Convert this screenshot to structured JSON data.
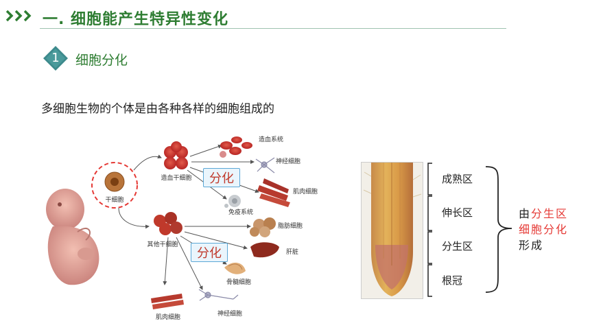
{
  "header": {
    "title": "一. 细胞能产生特异性变化",
    "accent": "#2e7d32"
  },
  "section": {
    "number": "1",
    "title": "细胞分化"
  },
  "intro": "多细胞生物的个体是由各种各样的细胞组成的",
  "diagram": {
    "stem_cell": "干细胞",
    "hematopoietic_stem_cell": "造血干细胞",
    "other_stem_cell": "其他干细胞",
    "targets": {
      "blood_system": "造血系统",
      "nerve_cell_top": "神经细胞",
      "muscle_cell_right": "肌肉细胞",
      "immune_system": "免疫系统",
      "fat_cell": "脂肪细胞",
      "liver": "肝脏",
      "bone_cell": "骨髓细胞",
      "muscle_cell_bottom": "肌肉细胞",
      "nerve_cell_bottom": "神经细胞"
    },
    "differentiation_label": "分化"
  },
  "root": {
    "zones": [
      "成熟区",
      "伸长区",
      "分生区",
      "根冠"
    ],
    "conclusion": {
      "prefix": "由",
      "highlight1": "分生区",
      "highlight2": "细胞分化",
      "suffix": "形成",
      "highlight_color": "#e53935"
    }
  }
}
